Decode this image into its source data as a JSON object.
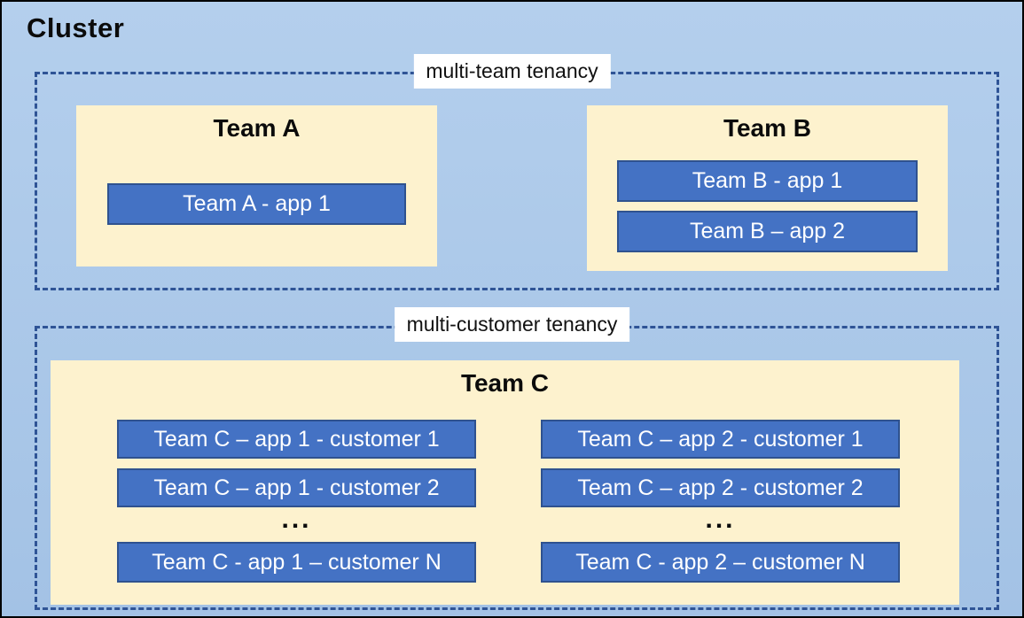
{
  "cluster": {
    "title": "Cluster"
  },
  "multi_team": {
    "label": "multi-team tenancy",
    "teams": [
      {
        "name": "Team A",
        "apps": [
          "Team A - app 1"
        ]
      },
      {
        "name": "Team B",
        "apps": [
          "Team B - app 1",
          "Team B – app 2"
        ]
      }
    ]
  },
  "multi_customer": {
    "label": "multi-customer tenancy",
    "team": {
      "name": "Team C",
      "columns": [
        {
          "apps": [
            "Team C – app 1 - customer 1",
            "Team C – app 1 - customer 2"
          ],
          "ellipsis": "...",
          "last_app": "Team C - app 1 – customer N"
        },
        {
          "apps": [
            "Team C – app 2 - customer 1",
            "Team C – app 2 - customer 2"
          ],
          "ellipsis": "...",
          "last_app": "Team C - app 2 – customer N"
        }
      ]
    }
  },
  "colors": {
    "canvas_bg": "#ABC8E9",
    "panel_bg": "#FDF2CE",
    "app_fill": "#4472C4",
    "app_border": "#2F528F",
    "dashed_border": "#2F5496",
    "label_bg": "#FFFFFF",
    "title_text": "#0B0B0B",
    "app_text": "#FFFFFF"
  }
}
